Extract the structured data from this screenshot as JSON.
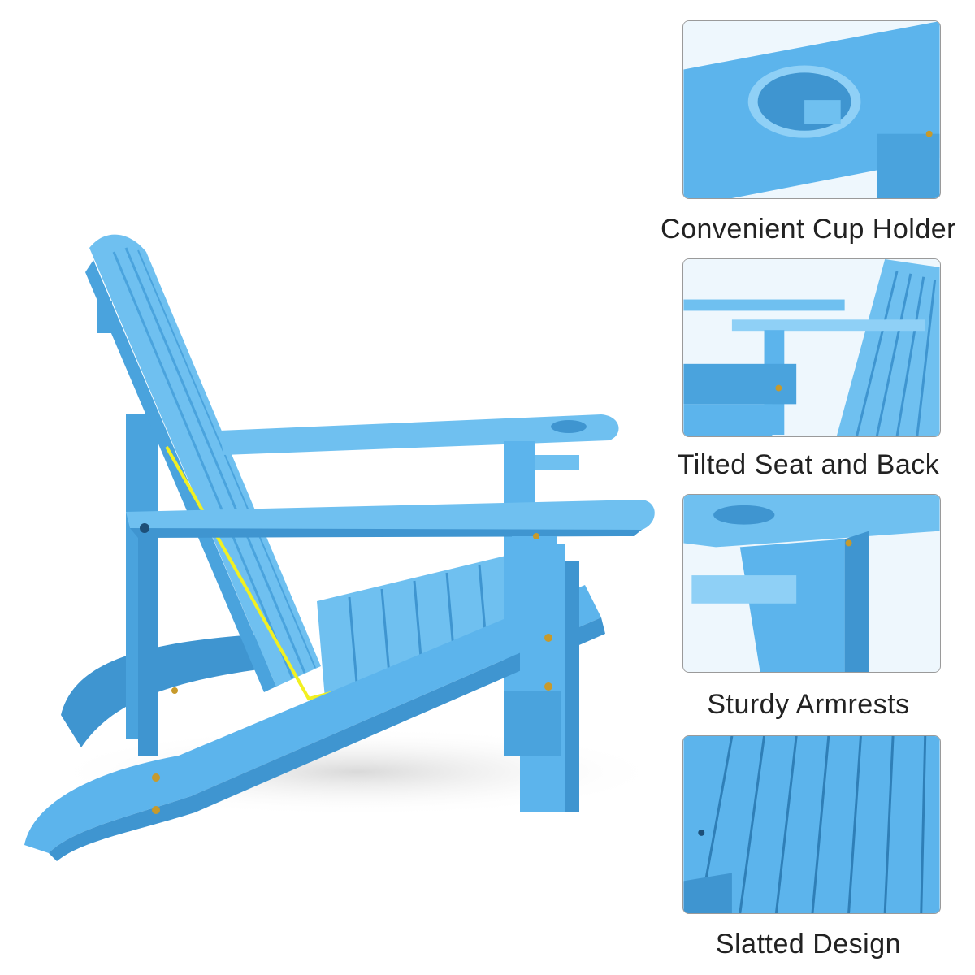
{
  "features": [
    {
      "caption": "Convenient Cup Holder",
      "icon": "cup-holder-closeup"
    },
    {
      "caption": "Tilted Seat and Back",
      "icon": "tilted-seat-closeup"
    },
    {
      "caption": "Sturdy Armrests",
      "icon": "armrest-closeup"
    },
    {
      "caption": "Slatted Design",
      "icon": "slatted-back-closeup"
    }
  ],
  "colors": {
    "chair_blue": "#5cb4ec",
    "chair_shadow": "#3f95d0",
    "chair_light": "#8fd0f6",
    "highlight_line": "#f2f020",
    "thumb_border": "#9a9a9a",
    "caption_text": "#222222"
  }
}
